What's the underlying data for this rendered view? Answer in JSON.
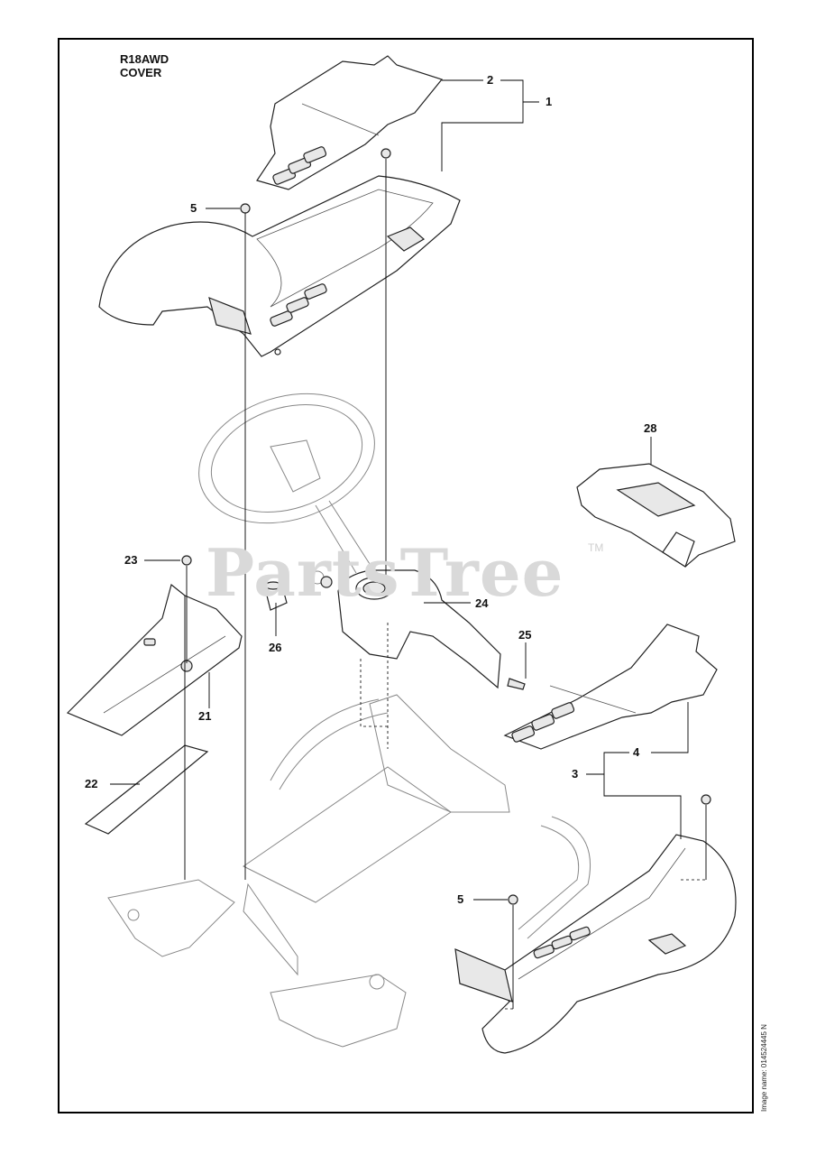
{
  "title": {
    "model": "R18AWD",
    "section": "COVER"
  },
  "watermark": {
    "text": "PartsTree",
    "trademark": "TM"
  },
  "image_name": "Image name: 014524445 N",
  "callouts": {
    "c1": "1",
    "c2": "2",
    "c3": "3",
    "c4": "4",
    "c5a": "5",
    "c5b": "5",
    "c21": "21",
    "c22": "22",
    "c23": "23",
    "c24": "24",
    "c25": "25",
    "c26": "26",
    "c28": "28"
  }
}
